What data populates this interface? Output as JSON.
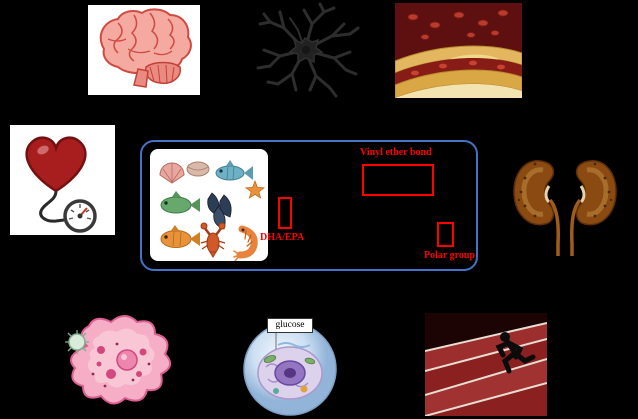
{
  "figure": {
    "background_color": "#000000",
    "center_panel": {
      "border_color": "#4472c4",
      "highlight_color": "#ff0000",
      "vinyl_ether_label": "Vinyl ether bond",
      "dha_epa_label": "DHA/EPA",
      "polar_group_label": "Polar group"
    },
    "cell_panel": {
      "glucose_label": "glucose"
    },
    "icons": {
      "brain": "brain-illustration",
      "neuron": "neuron-illustration",
      "artery": "atherosclerosis-artery-illustration",
      "heart_bp": "heart-blood-pressure-illustration",
      "seafood": "seafood-collage-illustration",
      "kidneys": "kidneys-illustration",
      "macrophage": "macrophage-cell-illustration",
      "cell": "cell-cross-section-illustration",
      "runner": "runner-on-track-illustration"
    }
  }
}
